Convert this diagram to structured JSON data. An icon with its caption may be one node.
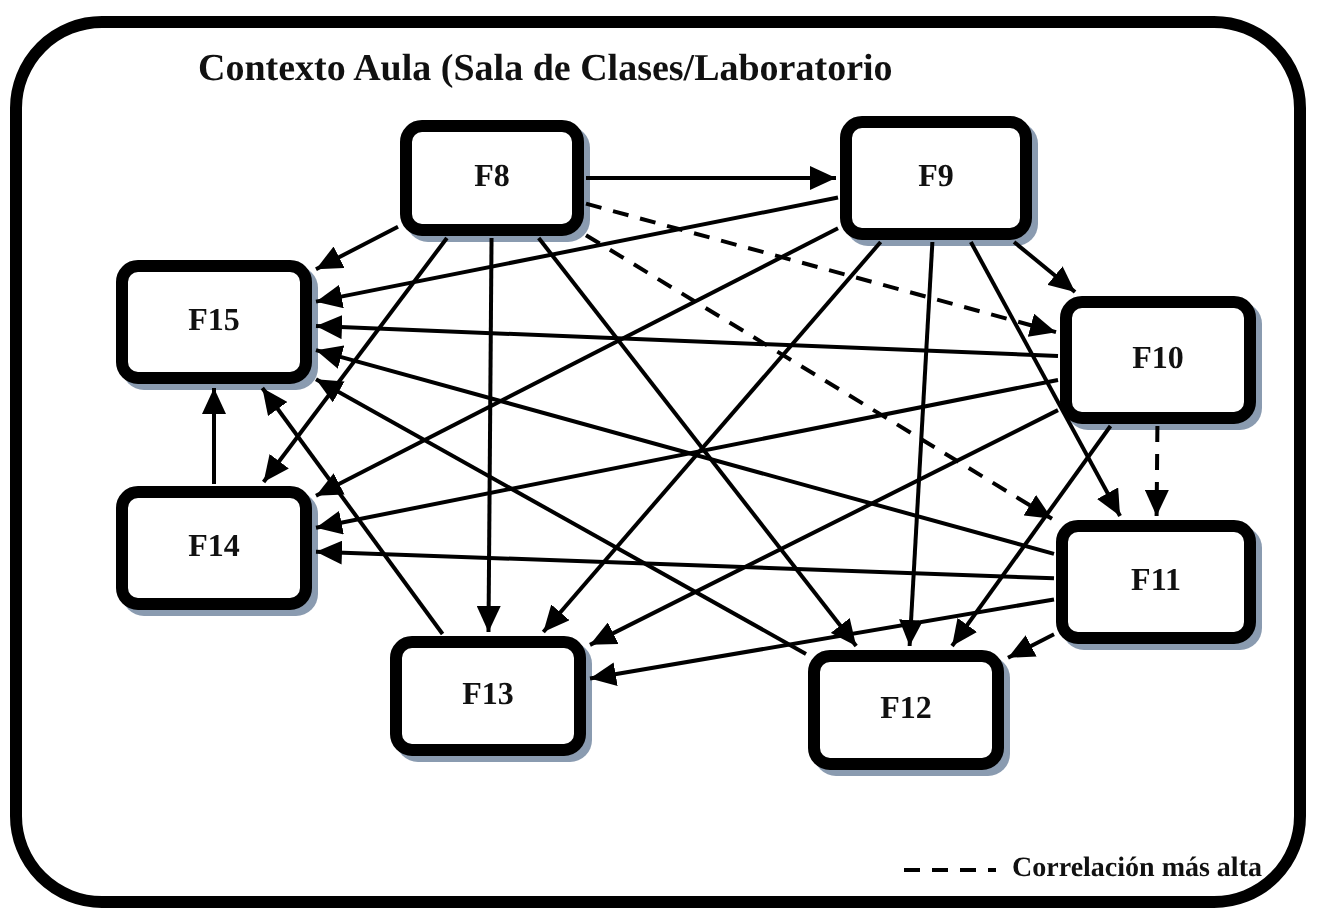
{
  "diagram": {
    "nodes": [
      {
        "text": [
          "Contexto Aula (Sala de Clases/Laboratorio"
        ]
      },
      {
        "text": [
          "F8"
        ],
        "in": 0
      },
      {
        "text": [
          "F9"
        ],
        "in": 0
      },
      {
        "text": [
          "F15"
        ],
        "in": 0
      },
      {
        "text": [
          "F10"
        ],
        "in": 0
      },
      {
        "text": [
          "F14"
        ],
        "in": 0
      },
      {
        "text": [
          "F11"
        ],
        "in": 0
      },
      {
        "text": [
          "F13"
        ],
        "in": 0
      },
      {
        "text": [
          "F12"
        ],
        "in": 0
      }
    ],
    "edges": [
      {
        "from": 1,
        "to": 2,
        "arrow": "to"
      },
      {
        "from": 1,
        "to": 3,
        "arrow": "to"
      },
      {
        "from": 1,
        "to": 4,
        "arrow": "to",
        "style": "dashed"
      },
      {
        "from": 1,
        "to": 6,
        "arrow": "to",
        "style": "dashed"
      },
      {
        "from": 1,
        "to": 5,
        "arrow": "to"
      },
      {
        "from": 1,
        "to": 7,
        "arrow": "to"
      },
      {
        "from": 1,
        "to": 8,
        "arrow": "to"
      },
      {
        "from": 2,
        "to": 4,
        "arrow": "to"
      },
      {
        "from": 2,
        "to": 3,
        "arrow": "to"
      },
      {
        "from": 2,
        "to": 5,
        "arrow": "to"
      },
      {
        "from": 2,
        "to": 7,
        "arrow": "to"
      },
      {
        "from": 2,
        "to": 8,
        "arrow": "to"
      },
      {
        "from": 2,
        "to": 6,
        "arrow": "to"
      },
      {
        "from": 4,
        "to": 3,
        "arrow": "to"
      },
      {
        "from": 4,
        "to": 5,
        "arrow": "to"
      },
      {
        "from": 4,
        "to": 7,
        "arrow": "to"
      },
      {
        "from": 4,
        "to": 8,
        "arrow": "to"
      },
      {
        "from": 4,
        "to": 6,
        "arrow": "to",
        "style": "dashed"
      },
      {
        "from": 6,
        "to": 3,
        "arrow": "to"
      },
      {
        "from": 6,
        "to": 5,
        "arrow": "to"
      },
      {
        "from": 6,
        "to": 7,
        "arrow": "to"
      },
      {
        "from": 6,
        "to": 8,
        "arrow": "to"
      },
      {
        "from": 8,
        "to": 3,
        "arrow": "to"
      },
      {
        "from": 7,
        "to": 3,
        "arrow": "to"
      },
      {
        "from": 5,
        "to": 3,
        "arrow": "to"
      }
    ],
    "legend": [
      {
        "text": "Correlación más alta"
      }
    ]
  }
}
